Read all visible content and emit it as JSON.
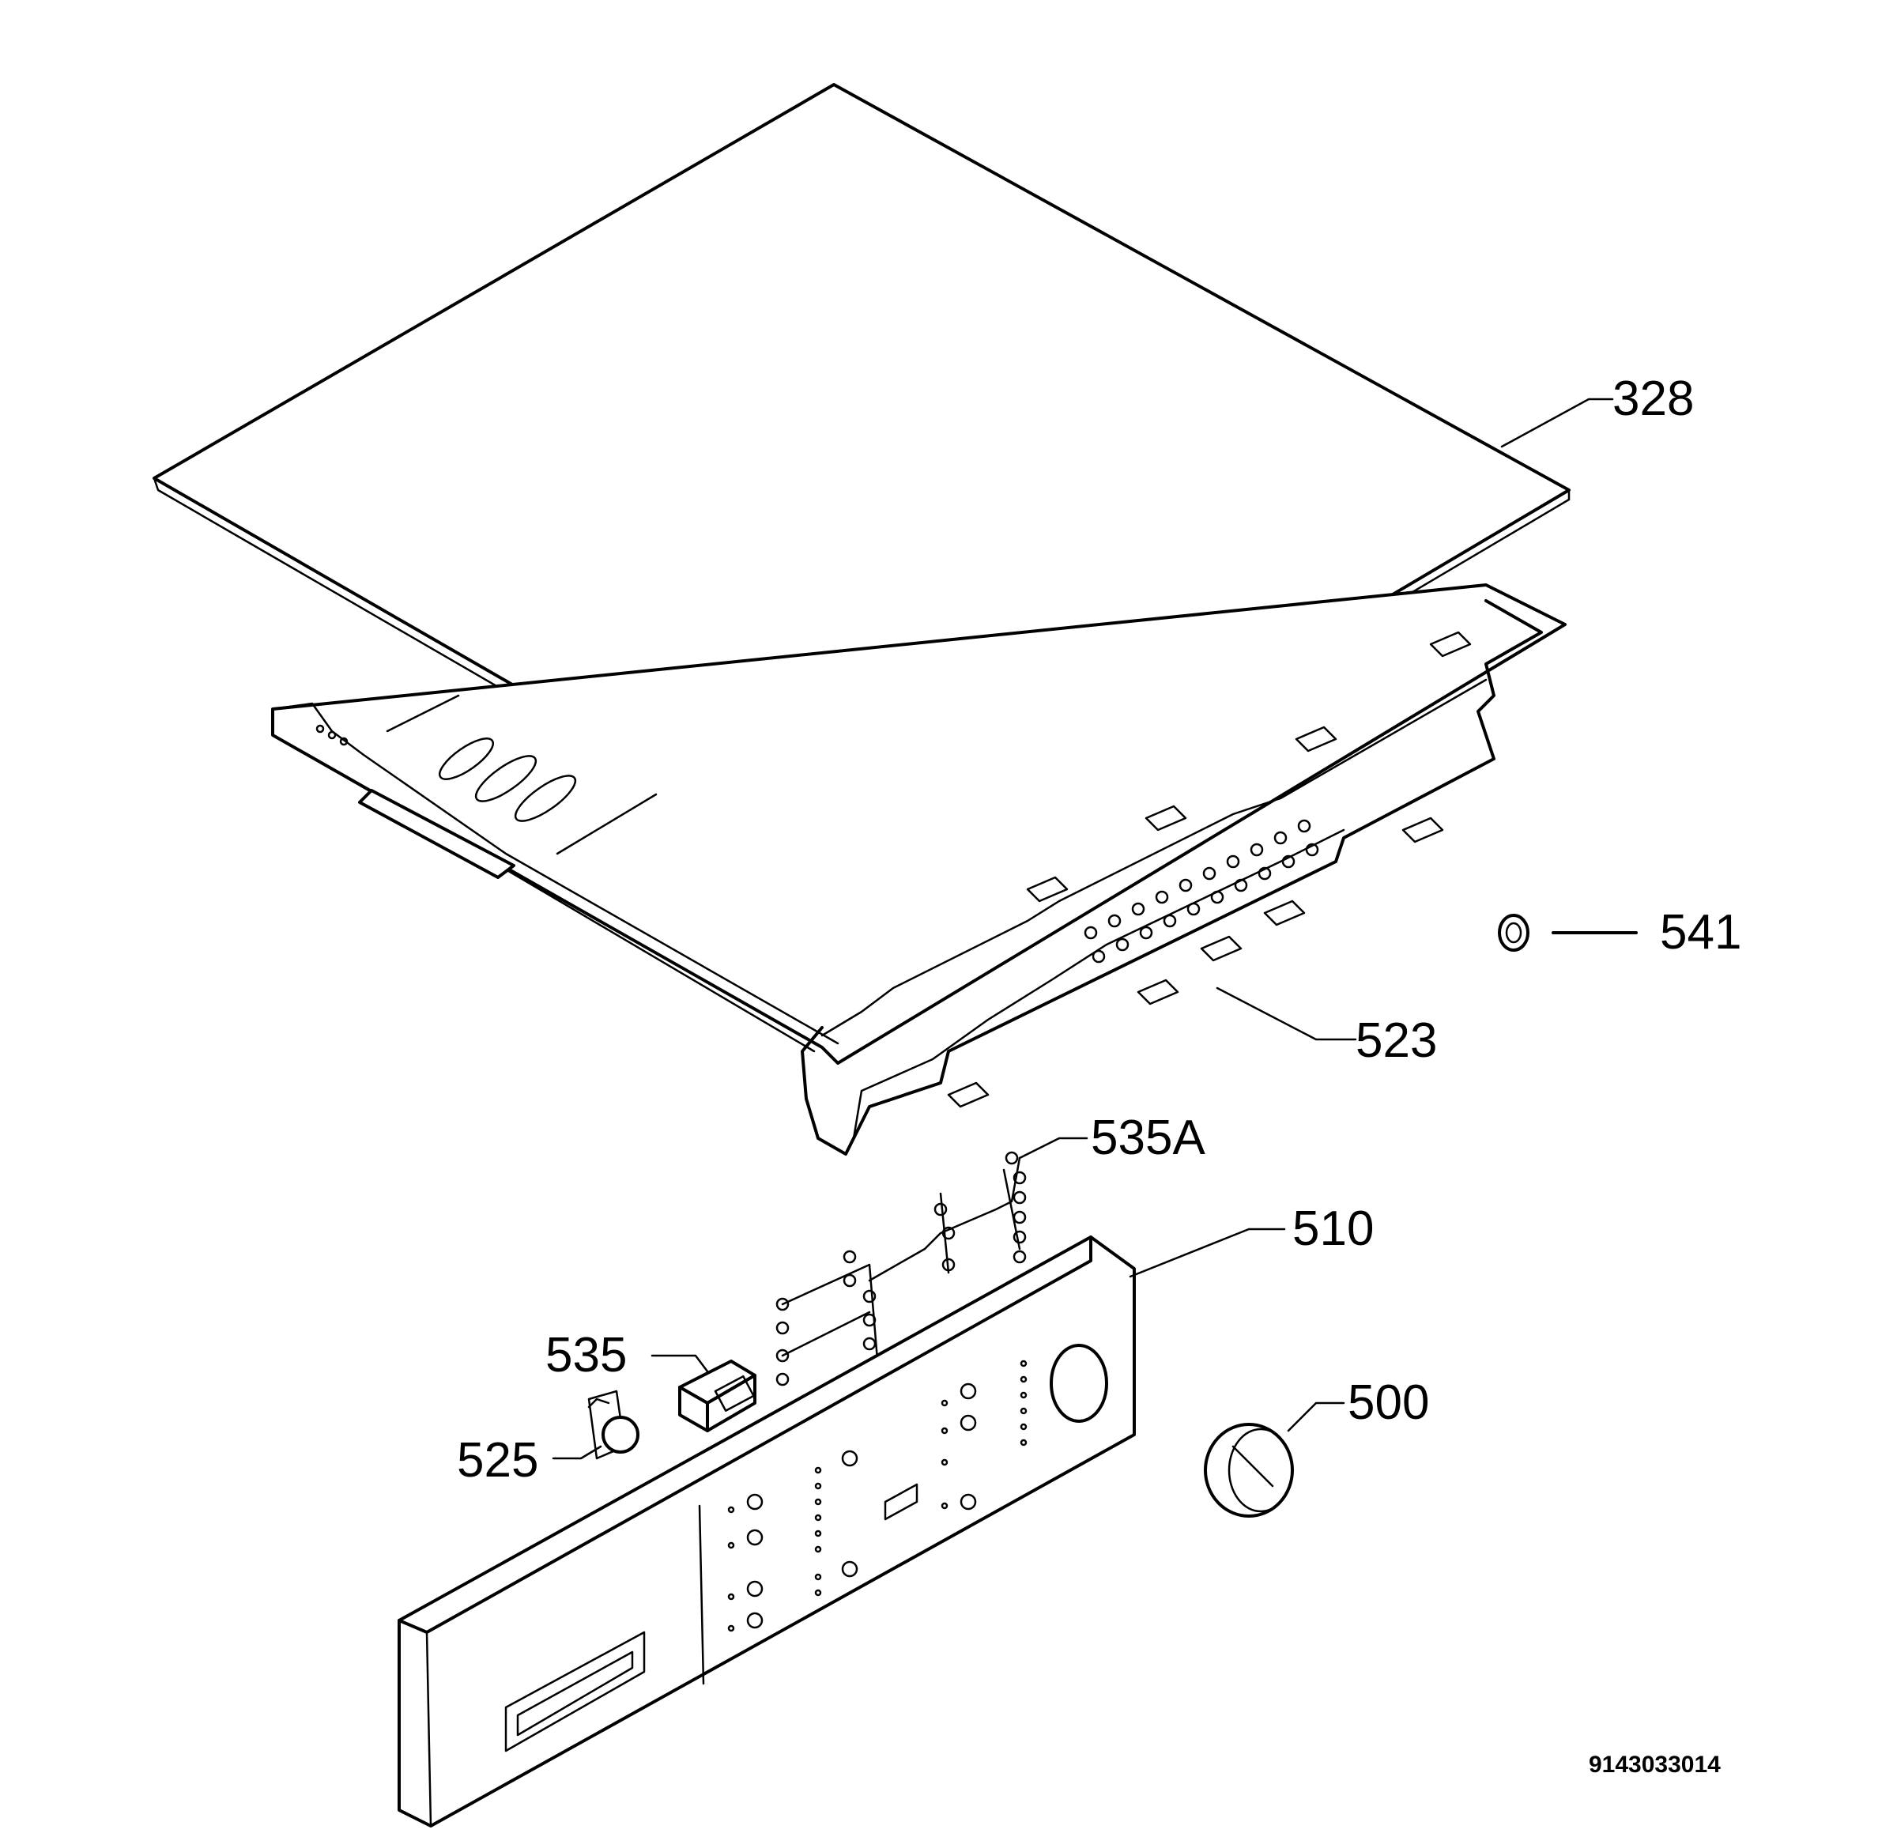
{
  "diagram": {
    "callouts": [
      {
        "id": "328",
        "text": "328"
      },
      {
        "id": "541",
        "text": "541"
      },
      {
        "id": "523",
        "text": "523"
      },
      {
        "id": "535A",
        "text": "535A"
      },
      {
        "id": "510",
        "text": "510"
      },
      {
        "id": "535",
        "text": "535"
      },
      {
        "id": "500",
        "text": "500"
      },
      {
        "id": "525",
        "text": "525"
      }
    ],
    "document_id": "9143033014"
  }
}
